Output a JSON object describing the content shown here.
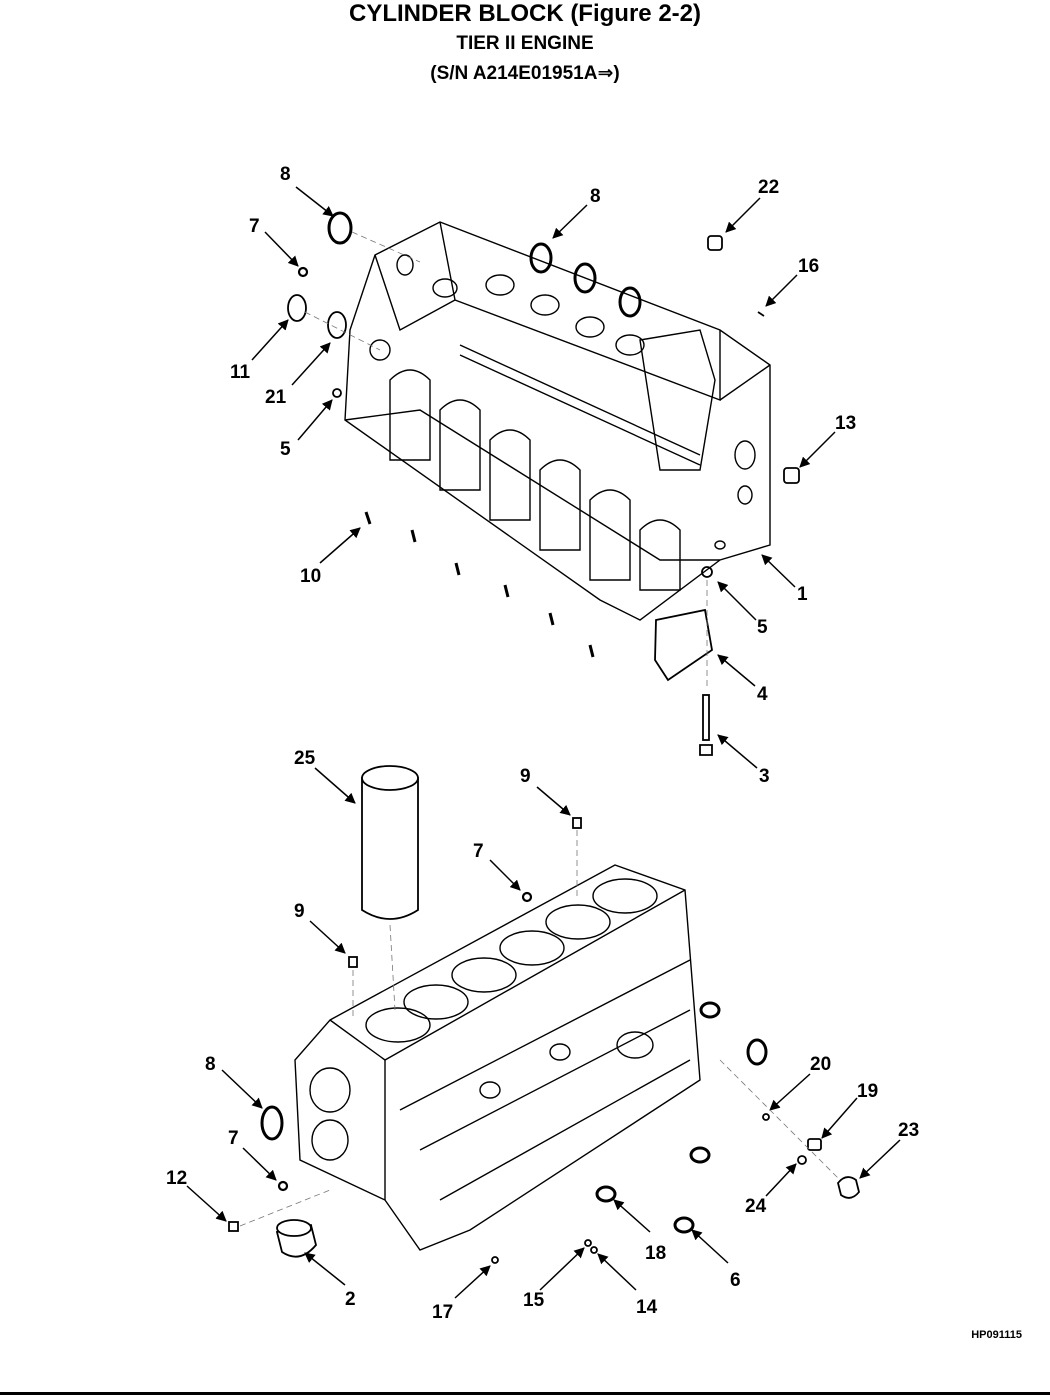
{
  "header": {
    "title": "CYLINDER BLOCK (Figure 2-2)",
    "subtitle": "TIER II ENGINE",
    "serial": "(S/N A214E01951A⇒)"
  },
  "callouts": {
    "c8a": "8",
    "c8b": "8",
    "c22": "22",
    "c7a": "7",
    "c16": "16",
    "c11": "11",
    "c21": "21",
    "c5a": "5",
    "c13": "13",
    "c10": "10",
    "c1": "1",
    "c5b": "5",
    "c4": "4",
    "c3": "3",
    "c25": "25",
    "c9a": "9",
    "c7b": "7",
    "c9b": "9",
    "c8c": "8",
    "c20": "20",
    "c19": "19",
    "c23": "23",
    "c7c": "7",
    "c12": "12",
    "c24": "24",
    "c18": "18",
    "c6": "6",
    "c2": "2",
    "c15": "15",
    "c14": "14",
    "c17": "17"
  },
  "figure_code": "HP091115"
}
